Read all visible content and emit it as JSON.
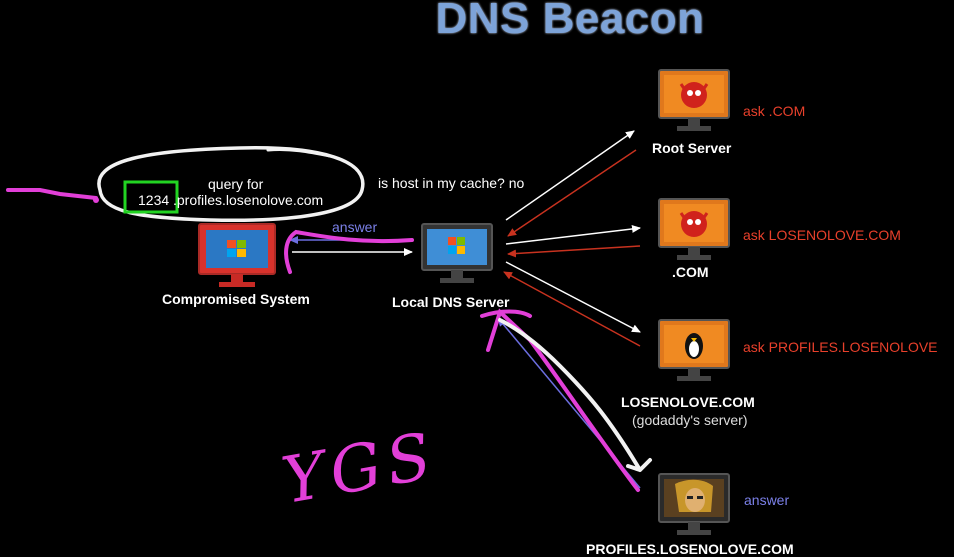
{
  "title": "DNS Beacon",
  "nodes": {
    "compromised": {
      "label": "Compromised System"
    },
    "local_dns": {
      "label": "Local DNS Server"
    },
    "root": {
      "label": "Root Server"
    },
    "com": {
      "label": ".COM"
    },
    "losenolove": {
      "label": "LOSENOLOVE.COM",
      "sublabel": "(godaddy's server)"
    },
    "profiles": {
      "label": "PROFILES.LOSENOLOVE.COM"
    }
  },
  "query": {
    "line1": "query for",
    "prefix": "1234",
    "domain": ".profiles.losenolove.com"
  },
  "cache_question": "is host in my cache? no",
  "responses": {
    "ask_com": "ask .COM",
    "ask_losenolove": "ask LOSENOLOVE.COM",
    "ask_profiles": "ask PROFILES.LOSENOLOVE",
    "answer_profiles": "answer",
    "answer_local": "answer"
  },
  "handwriting": "YGS",
  "colors": {
    "title": "#7da3d8",
    "red_text": "#e8402b",
    "blue_text": "#7b80e8",
    "annotation_magenta": "#e23fd8",
    "annotation_green": "#22d422"
  },
  "icons": {
    "compromised": "windows-monitor-red-icon",
    "local_dns": "windows-monitor-icon",
    "root": "freebsd-daemon-monitor-icon",
    "com": "freebsd-daemon-monitor-icon",
    "losenolove": "linux-penguin-monitor-icon",
    "profiles": "warrior-face-monitor-icon"
  }
}
